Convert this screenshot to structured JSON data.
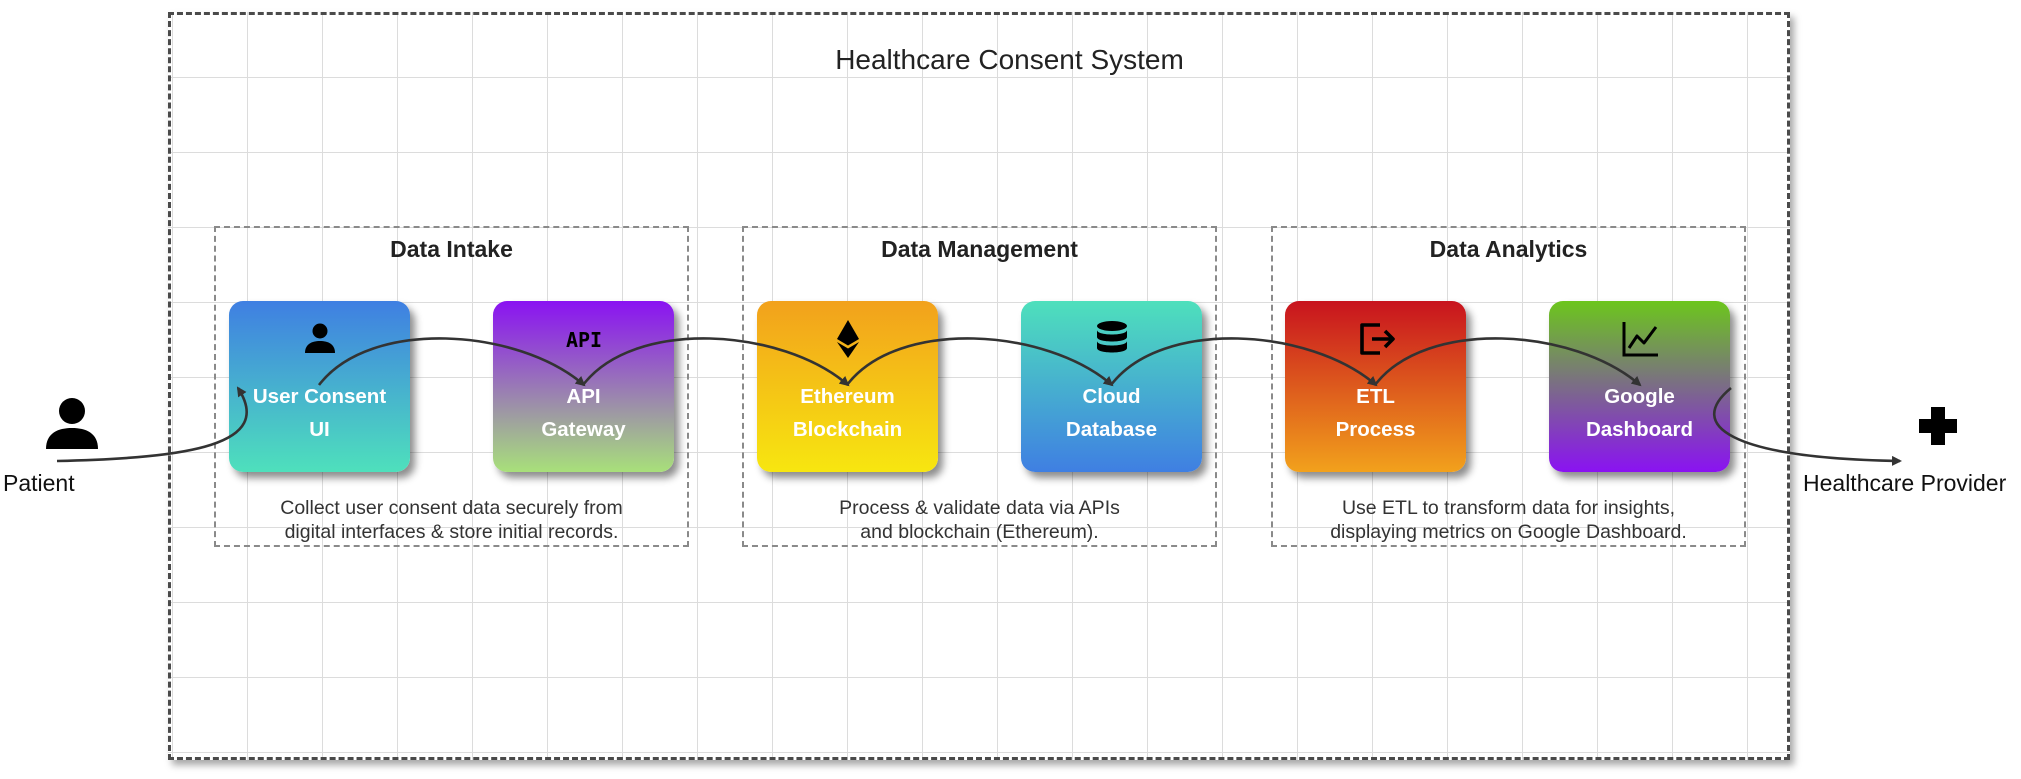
{
  "system_title": "Healthcare Consent System",
  "actors": {
    "patient": {
      "label": "Patient",
      "icon": "user-icon"
    },
    "provider": {
      "label": "Healthcare Provider",
      "icon": "medical-cross-icon"
    }
  },
  "groups": [
    {
      "title": "Data Intake",
      "description": [
        "Collect user consent data securely from",
        "digital interfaces & store initial records."
      ]
    },
    {
      "title": "Data Management",
      "description": [
        "Process & validate data via APIs",
        "and blockchain (Ethereum)."
      ]
    },
    {
      "title": "Data Analytics",
      "description": [
        "Use ETL to transform data for insights,",
        "displaying metrics on Google Dashboard."
      ]
    }
  ],
  "nodes": [
    {
      "lines": [
        "User Consent",
        "UI"
      ],
      "icon": "user-icon",
      "gradient": [
        "#3f7fe2",
        "#4ee0bc"
      ]
    },
    {
      "lines": [
        "API",
        "Gateway"
      ],
      "icon": "api-icon",
      "icon_text": "API",
      "gradient": [
        "#8a12f2",
        "#a8e07a"
      ]
    },
    {
      "lines": [
        "Ethereum",
        "Blockchain"
      ],
      "icon": "ethereum-icon",
      "gradient": [
        "#f2a11c",
        "#f7e610"
      ]
    },
    {
      "lines": [
        "Cloud",
        "Database"
      ],
      "icon": "database-icon",
      "gradient": [
        "#4ee0bc",
        "#3f7fe2"
      ]
    },
    {
      "lines": [
        "ETL",
        "Process"
      ],
      "icon": "export-icon",
      "gradient": [
        "#c8131e",
        "#f2a11c"
      ]
    },
    {
      "lines": [
        "Google",
        "Dashboard"
      ],
      "icon": "chart-icon",
      "gradient": [
        "#6cc61c",
        "#8a12f2"
      ]
    }
  ],
  "connections": [
    {
      "from": "Patient",
      "to": "User Consent UI"
    },
    {
      "from": "User Consent UI",
      "to": "API Gateway"
    },
    {
      "from": "API Gateway",
      "to": "Ethereum Blockchain"
    },
    {
      "from": "Ethereum Blockchain",
      "to": "Cloud Database"
    },
    {
      "from": "Cloud Database",
      "to": "ETL Process"
    },
    {
      "from": "ETL Process",
      "to": "Google Dashboard"
    },
    {
      "from": "Google Dashboard",
      "to": "Healthcare Provider"
    }
  ],
  "colors": {
    "edge": "#333333",
    "frame": "#4a4a4a",
    "group_border": "#8a8a8a",
    "grid": "#dcdcdc"
  }
}
